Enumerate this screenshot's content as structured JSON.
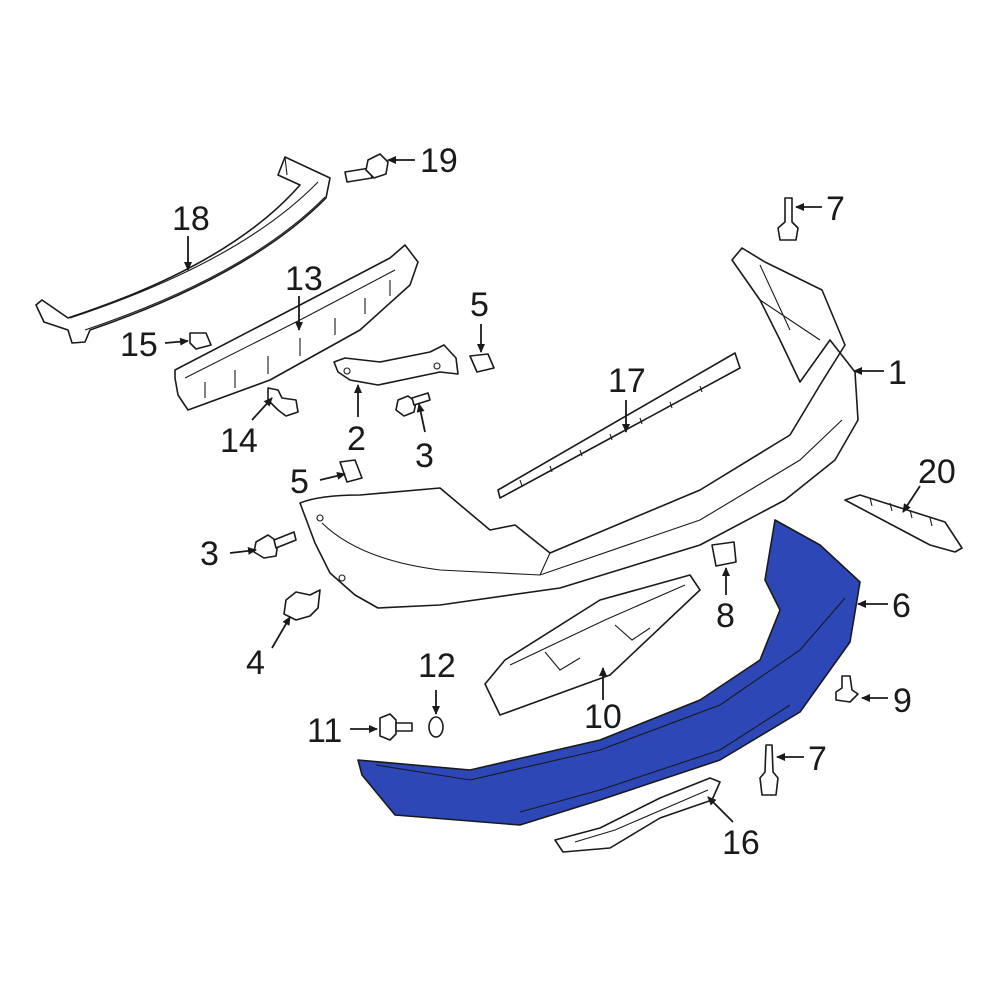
{
  "highlight_color": "#2d47b6",
  "callouts": {
    "c1": "1",
    "c2": "2",
    "c3a": "3",
    "c3b": "3",
    "c4": "4",
    "c5a": "5",
    "c5b": "5",
    "c6": "6",
    "c7a": "7",
    "c7b": "7",
    "c8": "8",
    "c9": "9",
    "c10": "10",
    "c11": "11",
    "c12": "12",
    "c13": "13",
    "c14": "14",
    "c15": "15",
    "c16": "16",
    "c17": "17",
    "c18": "18",
    "c19": "19",
    "c20": "20"
  }
}
